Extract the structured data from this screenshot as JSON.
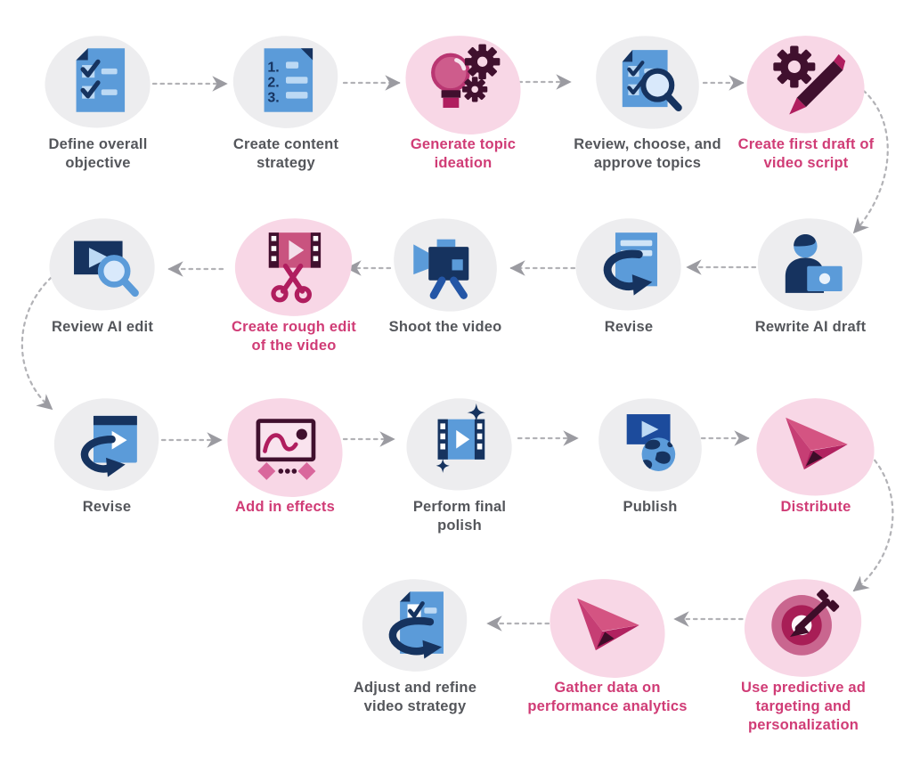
{
  "title": "AI video production workflow diagram",
  "palette": {
    "background": "#FFFFFF",
    "gray_blob": "#EDEDEF",
    "pink_blob": "#F8D7E6",
    "gray_label": "#54565B",
    "pink_label": "#D03C76",
    "arrow_gray": "#ABABAF",
    "blue": "#5B9BD9",
    "light_blue": "#BCD9F4",
    "navy": "#16335F",
    "magenta": "#B01E5F",
    "rose": "#CE5C8C",
    "dark_maroon": "#40102E"
  },
  "nodes": [
    {
      "id": "define-overall-objective",
      "label": "Define overall objective",
      "emphasized": false,
      "icon": "clipboard-checklist-icon"
    },
    {
      "id": "create-content-strategy",
      "label": "Create content strategy",
      "emphasized": false,
      "icon": "numbered-list-document-icon"
    },
    {
      "id": "generate-topic-ideation",
      "label": "Generate topic ideation",
      "emphasized": true,
      "icon": "lightbulb-gears-icon"
    },
    {
      "id": "review-choose-approve-topics",
      "label": "Review, choose, and approve topics",
      "emphasized": false,
      "icon": "checklist-magnifier-icon"
    },
    {
      "id": "create-first-draft-of-video-script",
      "label": "Create first draft of video script",
      "emphasized": true,
      "icon": "gear-pencil-icon"
    },
    {
      "id": "rewrite-ai-draft",
      "label": "Rewrite AI draft",
      "emphasized": false,
      "icon": "person-laptop-icon"
    },
    {
      "id": "revise-script",
      "label": "Revise",
      "emphasized": false,
      "icon": "document-refresh-arrow-icon"
    },
    {
      "id": "shoot-the-video",
      "label": "Shoot the video",
      "emphasized": false,
      "icon": "video-camera-icon"
    },
    {
      "id": "create-rough-edit-of-the-video",
      "label": "Create rough edit of the video",
      "emphasized": true,
      "icon": "filmstrip-scissors-icon"
    },
    {
      "id": "review-ai-edit",
      "label": "Review AI edit",
      "emphasized": false,
      "icon": "video-magnifier-icon"
    },
    {
      "id": "revise-edit",
      "label": "Revise",
      "emphasized": false,
      "icon": "player-refresh-arrow-icon"
    },
    {
      "id": "add-in-effects",
      "label": "Add in effects",
      "emphasized": true,
      "icon": "effects-screen-icon"
    },
    {
      "id": "perform-final-polish",
      "label": "Perform final polish",
      "emphasized": false,
      "icon": "filmstrip-sparkles-icon"
    },
    {
      "id": "publish",
      "label": "Publish",
      "emphasized": false,
      "icon": "video-globe-icon"
    },
    {
      "id": "distribute",
      "label": "Distribute",
      "emphasized": true,
      "icon": "paper-plane-icon"
    },
    {
      "id": "use-predictive-ad-targeting",
      "label": "Use predictive ad targeting and personalization",
      "emphasized": true,
      "icon": "target-dart-icon"
    },
    {
      "id": "gather-performance-analytics",
      "label": "Gather data on performance analytics",
      "emphasized": true,
      "icon": "paper-plane-icon"
    },
    {
      "id": "adjust-refine-video-strategy",
      "label": "Adjust and refine video strategy",
      "emphasized": false,
      "icon": "checklist-refresh-arrow-icon"
    }
  ]
}
